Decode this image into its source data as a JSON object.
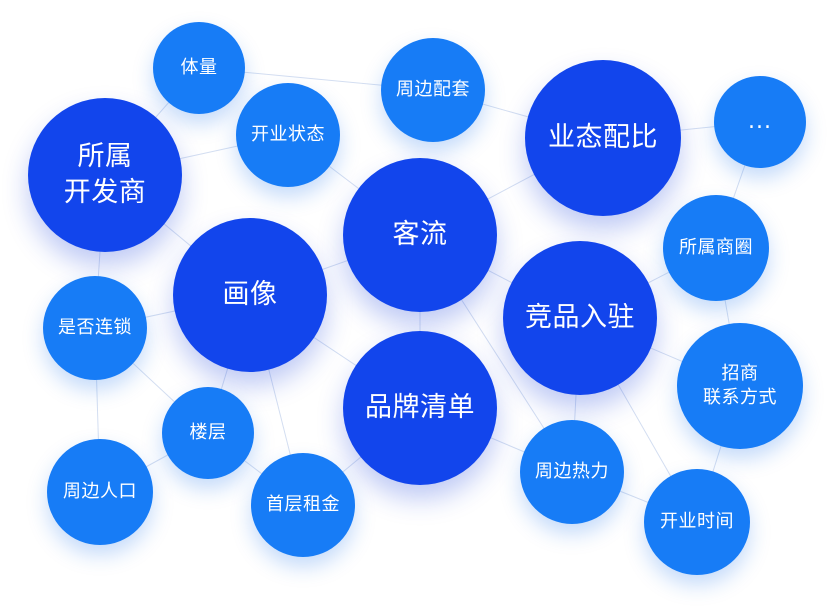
{
  "nodes": {
    "tiliang": "体量",
    "zhoubian_peitao": "周边配套",
    "yetai_peibi": "业态配比",
    "more": "...",
    "suoshu_kaifashang": "所属\n开发商",
    "kaiye_zhuangtai": "开业状态",
    "keliu": "客流",
    "suoshu_shangquan": "所属商圈",
    "huaxiang": "画像",
    "jingpin_ruzhu": "竞品入驻",
    "shifou_liansuo": "是否连锁",
    "zhaoshang_lianxi": "招商\n联系方式",
    "pinpai_qingdan": "品牌清单",
    "louceng": "楼层",
    "zhoubian_reli": "周边热力",
    "zhoubian_renkou": "周边人口",
    "shouceng_zujin": "首层租金",
    "kaiye_shijian": "开业时间"
  },
  "colors": {
    "primary_node": "#1245ec",
    "secondary_node": "#177cf6",
    "link": "#c9d6ee",
    "background": "#ffffff"
  }
}
